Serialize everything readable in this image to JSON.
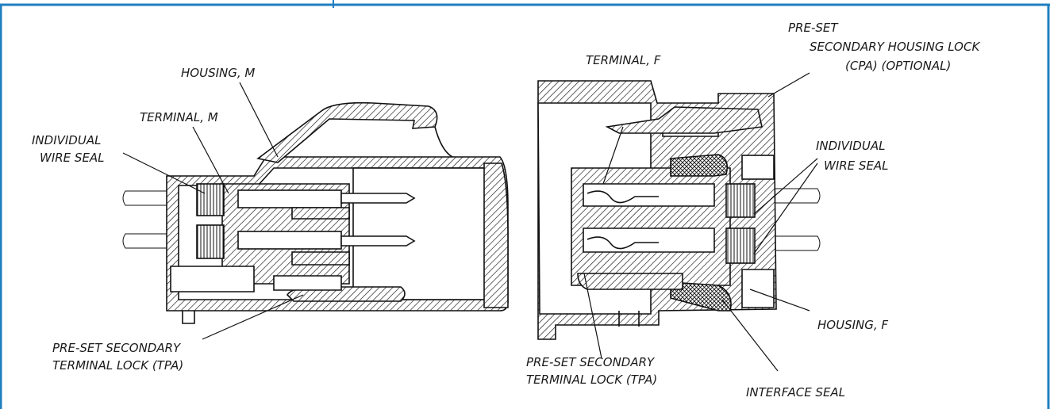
{
  "colors": {
    "frame": "#1f7fc0",
    "line": "#111111",
    "background": "#ffffff"
  },
  "left_connector": {
    "housing_label": "HOUSING, M",
    "terminal_label": "TERMINAL, M",
    "seal_label_line1": "INDIVIDUAL",
    "seal_label_line2": "WIRE SEAL",
    "tpa_label_line1": "PRE-SET SECONDARY",
    "tpa_label_line2": "TERMINAL LOCK (TPA)"
  },
  "right_connector": {
    "cpa_label_line1": "PRE-SET",
    "cpa_label_line2": "SECONDARY HOUSING LOCK",
    "cpa_label_line3": "(CPA) (OPTIONAL)",
    "terminal_label": "TERMINAL, F",
    "seal_label_line1": "INDIVIDUAL",
    "seal_label_line2": "WIRE SEAL",
    "housing_label": "HOUSING, F",
    "tpa_label_line1": "PRE-SET SECONDARY",
    "tpa_label_line2": "TERMINAL LOCK (TPA)",
    "interface_seal_label": "INTERFACE SEAL"
  }
}
